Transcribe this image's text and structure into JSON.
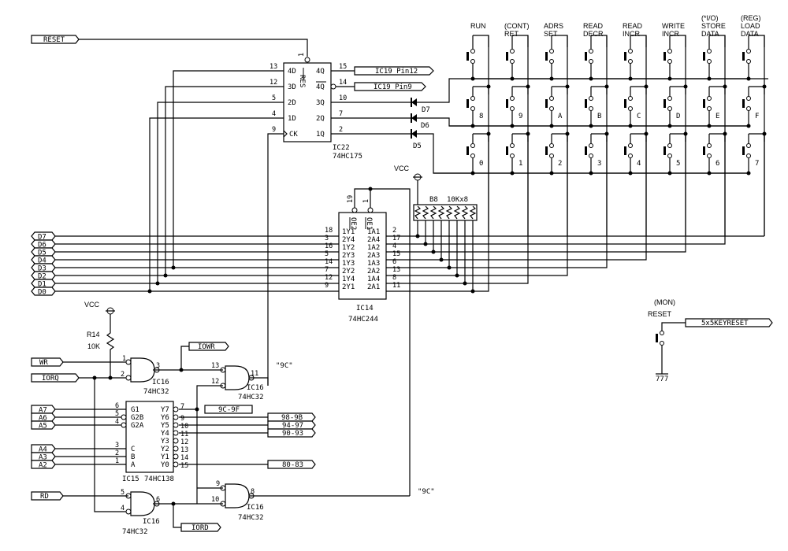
{
  "ports": {
    "reset": "RESET",
    "ic19_pin12": "IC19 Pin12",
    "ic19_pin9": "IC19 Pin9",
    "data_bus": [
      "D7",
      "D6",
      "D5",
      "D4",
      "D3",
      "D2",
      "D1",
      "D0"
    ],
    "wr": "WR_",
    "iorq": "IORQ_",
    "iowr": "IOWR",
    "rd": "RD_",
    "iord": "IORD",
    "addr_hi": [
      "A7",
      "A6",
      "A5"
    ],
    "addr_lo": [
      "A4",
      "A3",
      "A2"
    ],
    "range_9c": "9C-9F",
    "range_98": "98-9B",
    "range_94": "94-97",
    "range_90": "90-93",
    "range_80": "80-83",
    "key_reset": "5x5KEYRESET"
  },
  "ic22": {
    "name": "IC22",
    "part": "74HC175",
    "res_label": "RES",
    "res_pin": "1",
    "inputs": [
      {
        "pin": "13",
        "label": "4D"
      },
      {
        "pin": "12",
        "label": "3D"
      },
      {
        "pin": "5",
        "label": "2D"
      },
      {
        "pin": "4",
        "label": "1D"
      },
      {
        "pin": "9",
        "label": "CK"
      }
    ],
    "outputs": [
      {
        "pin": "15",
        "label": "4Q"
      },
      {
        "pin": "14",
        "label": "4Q"
      },
      {
        "pin": "10",
        "label": "3Q"
      },
      {
        "pin": "7",
        "label": "2Q"
      },
      {
        "pin": "2",
        "label": "1Q"
      }
    ]
  },
  "diodes": [
    "D7",
    "D6",
    "D5"
  ],
  "ic14": {
    "name": "IC14",
    "part": "74HC244",
    "oe2": "OE2",
    "oe1": "OE1",
    "oe2_pin": "19",
    "oe1_pin": "1",
    "left": [
      {
        "pin": "18",
        "label": "1Y1"
      },
      {
        "pin": "3",
        "label": "2Y4"
      },
      {
        "pin": "16",
        "label": "1Y2"
      },
      {
        "pin": "5",
        "label": "2Y3"
      },
      {
        "pin": "14",
        "label": "1Y3"
      },
      {
        "pin": "7",
        "label": "2Y2"
      },
      {
        "pin": "12",
        "label": "1Y4"
      },
      {
        "pin": "9",
        "label": "2Y1"
      }
    ],
    "right": [
      {
        "pin": "2",
        "label": "1A1"
      },
      {
        "pin": "17",
        "label": "2A4"
      },
      {
        "pin": "4",
        "label": "1A2"
      },
      {
        "pin": "15",
        "label": "2A3"
      },
      {
        "pin": "6",
        "label": "1A3"
      },
      {
        "pin": "13",
        "label": "2A2"
      },
      {
        "pin": "8",
        "label": "1A4"
      },
      {
        "pin": "11",
        "label": "2A1"
      }
    ]
  },
  "resistor_pack": {
    "name": "B8",
    "value": "10Kx8"
  },
  "vcc": "VCC",
  "r14": {
    "name": "R14",
    "value": "10K"
  },
  "keypad": {
    "headers": [
      {
        "l1": "",
        "l2": "RUN"
      },
      {
        "l1": "(CONT)",
        "l2": "RET"
      },
      {
        "l1": "ADRS",
        "l2": "SET"
      },
      {
        "l1": "READ",
        "l2": "DECR"
      },
      {
        "l1": "READ",
        "l2": "INCR"
      },
      {
        "l1": "WRITE",
        "l2": "INCR"
      },
      {
        "l1": "(*I/O)",
        "l2": "STORE",
        "l3": "DATA"
      },
      {
        "l1": "(REG)",
        "l2": "LOAD",
        "l3": "DATA"
      }
    ],
    "row_hex": [
      "8",
      "9",
      "A",
      "B",
      "C",
      "D",
      "E",
      "F"
    ],
    "row_num": [
      "0",
      "1",
      "2",
      "3",
      "4",
      "5",
      "6",
      "7"
    ]
  },
  "mon_reset": {
    "l1": "(MON)",
    "l2": "RESET"
  },
  "ground_label": "777",
  "gates": {
    "g1": {
      "in1": "1",
      "in2": "2",
      "out": "3",
      "name": "IC16",
      "part": "74HC32"
    },
    "g2": {
      "in1": "13",
      "in2": "12",
      "out": "11",
      "name": "IC16",
      "part": "74HC32"
    },
    "g3": {
      "in1": "5",
      "in2": "4",
      "out": "6",
      "name": "IC16",
      "part": "74HC32"
    },
    "g4": {
      "in1": "9",
      "in2": "10",
      "out": "8",
      "name": "IC16",
      "part": "74HC32"
    }
  },
  "ic15": {
    "name": "IC15",
    "part": "74HC138",
    "inputs": [
      {
        "pin": "6",
        "label": "G1"
      },
      {
        "pin": "5",
        "label": "G2B"
      },
      {
        "pin": "4",
        "label": "G2A"
      },
      {
        "pin": "3",
        "label": "C"
      },
      {
        "pin": "2",
        "label": "B"
      },
      {
        "pin": "1",
        "label": "A"
      }
    ],
    "outputs": [
      {
        "pin": "7",
        "label": "Y7"
      },
      {
        "pin": "9",
        "label": "Y6"
      },
      {
        "pin": "10",
        "label": "Y5"
      },
      {
        "pin": "11",
        "label": "Y4"
      },
      {
        "pin": "12",
        "label": "Y3"
      },
      {
        "pin": "13",
        "label": "Y2"
      },
      {
        "pin": "14",
        "label": "Y1"
      },
      {
        "pin": "15",
        "label": "Y0"
      }
    ]
  },
  "notes": {
    "n9c_top": "\"9C\"",
    "n9c_bottom": "\"9C\""
  }
}
